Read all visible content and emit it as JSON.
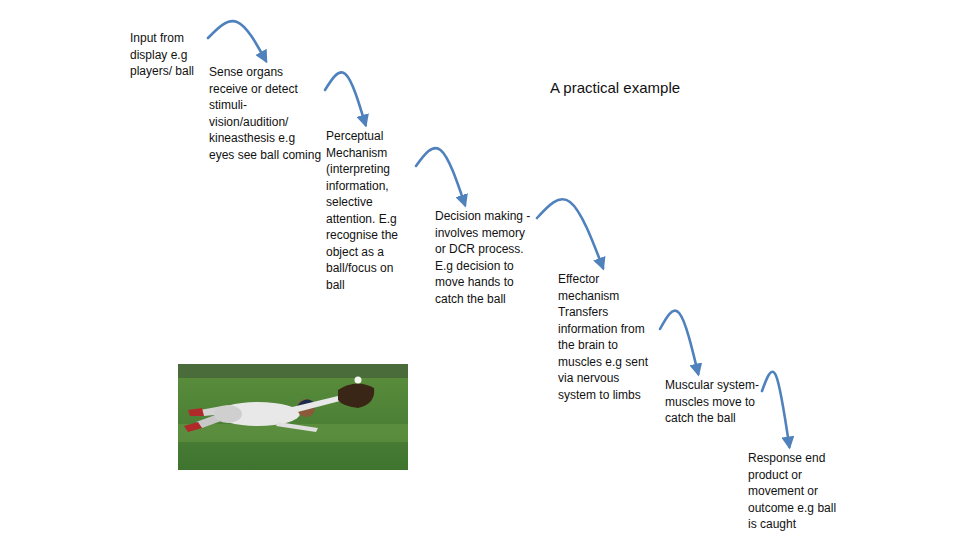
{
  "diagram": {
    "title": "A practical example",
    "nodes": [
      {
        "text": [
          "Input from display e.g players/ ball"
        ]
      },
      {
        "text": [
          "Sense organs receive or detect stimuli- vision/audition/ kineasthesis e.g eyes see ball coming"
        ]
      },
      {
        "text": [
          "Perceptual Mechanism (interpreting information, selective attention. E.g recognise the object as a ball/focus on ball"
        ]
      },
      {
        "text": [
          "Decision making - involves memory or DCR process. E.g decision to move hands to catch the ball"
        ]
      },
      {
        "text": [
          "Effector mechanism Transfers information from the brain to muscles e.g sent via nervous system to limbs"
        ]
      },
      {
        "text": [
          "Muscular system- muscles move to catch the ball"
        ]
      },
      {
        "text": [
          "Response end product or movement or outcome e.g ball is caught"
        ]
      }
    ],
    "edges": [
      {
        "from": 0,
        "to": 1,
        "arrow": "to"
      },
      {
        "from": 1,
        "to": 2,
        "arrow": "to"
      },
      {
        "from": 2,
        "to": 3,
        "arrow": "to"
      },
      {
        "from": 3,
        "to": 4,
        "arrow": "to"
      },
      {
        "from": 4,
        "to": 5,
        "arrow": "to"
      },
      {
        "from": 5,
        "to": 6,
        "arrow": "to"
      }
    ]
  }
}
